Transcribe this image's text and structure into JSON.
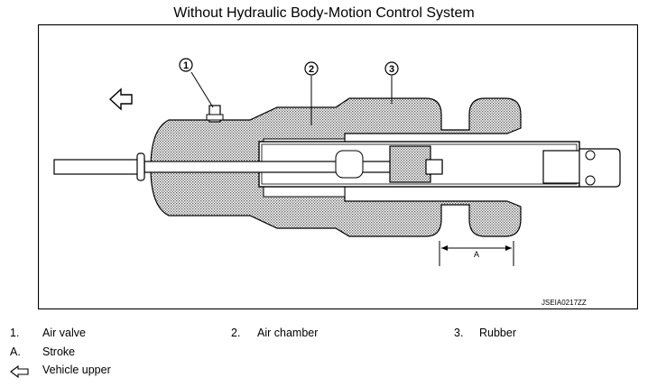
{
  "title": "Without Hydraulic Body-Motion Control System",
  "figure_id": "JSEIA0217ZZ",
  "callouts": [
    "1",
    "2",
    "3"
  ],
  "dimension_label": "A",
  "legend": [
    {
      "num": "1.",
      "text": "Air valve"
    },
    {
      "num": "2.",
      "text": "Air chamber"
    },
    {
      "num": "3.",
      "text": "Rubber"
    },
    {
      "num": "A.",
      "text": "Stroke"
    },
    {
      "text": "Vehicle upper",
      "icon": "arrow-left-icon"
    }
  ]
}
